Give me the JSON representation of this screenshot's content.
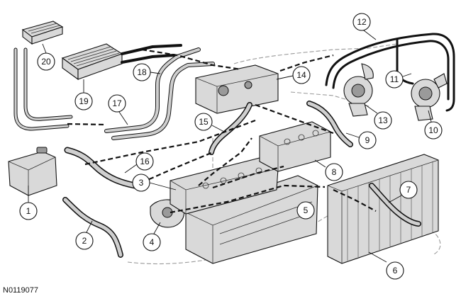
{
  "figure_id": "N0119077",
  "callouts": [
    "1",
    "2",
    "3",
    "4",
    "5",
    "6",
    "7",
    "8",
    "9",
    "10",
    "11",
    "12",
    "13",
    "14",
    "15",
    "16",
    "17",
    "18",
    "19",
    "20"
  ]
}
